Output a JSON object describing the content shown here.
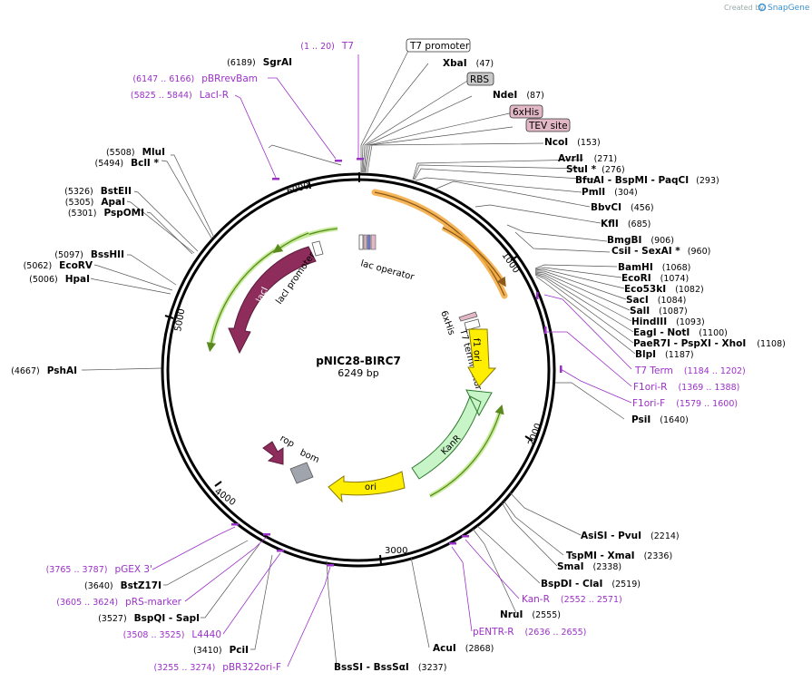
{
  "credit": {
    "prefix": "Created by",
    "brand": "SnapGene"
  },
  "plasmid": {
    "name": "pNIC28-BIRC7",
    "size": "6249 bp",
    "length_bp": 6249
  },
  "ticks": [
    "1000",
    "2000",
    "3000",
    "4000",
    "5000",
    "6000"
  ],
  "boxed_labels": [
    {
      "key": "t7prom",
      "text": "T7 promoter",
      "fill": "#ffffff"
    },
    {
      "key": "rbs",
      "text": "RBS",
      "fill": "#c8c8c8"
    },
    {
      "key": "his",
      "text": "6xHis",
      "fill": "#e3b8c6"
    },
    {
      "key": "tev",
      "text": "TEV site",
      "fill": "#e3b8c6"
    }
  ],
  "right_sites": [
    {
      "name": "XbaI",
      "pos": "(47)"
    },
    {
      "name": "NdeI",
      "pos": "(87)"
    },
    {
      "name": "NcoI",
      "pos": "(153)"
    },
    {
      "name": "AvrII",
      "pos": "(271)"
    },
    {
      "name": "StuI *",
      "pos": "(276)"
    },
    {
      "name": "BfuAI - BspMI - PaqCI",
      "pos": "(293)"
    },
    {
      "name": "PmlI",
      "pos": "(304)"
    },
    {
      "name": "BbvCI",
      "pos": "(456)"
    },
    {
      "name": "KflI",
      "pos": "(685)"
    },
    {
      "name": "BmgBI",
      "pos": "(906)"
    },
    {
      "name": "CsiI - SexAI *",
      "pos": "(960)"
    },
    {
      "name": "BamHI",
      "pos": "(1068)"
    },
    {
      "name": "EcoRI",
      "pos": "(1074)"
    },
    {
      "name": "Eco53kI",
      "pos": "(1082)"
    },
    {
      "name": "SacI",
      "pos": "(1084)"
    },
    {
      "name": "SalI",
      "pos": "(1087)"
    },
    {
      "name": "HindIII",
      "pos": "(1093)"
    },
    {
      "name": "EagI - NotI",
      "pos": "(1100)"
    },
    {
      "name": "PaeR7I - PspXI - XhoI",
      "pos": "(1108)"
    },
    {
      "name": "BlpI",
      "pos": "(1187)"
    },
    {
      "name": "PsiI",
      "pos": "(1640)"
    },
    {
      "name": "AsiSI - PvuI",
      "pos": "(2214)"
    },
    {
      "name": "TspMI - XmaI",
      "pos": "(2336)"
    },
    {
      "name": "SmaI",
      "pos": "(2338)"
    },
    {
      "name": "BspDI - ClaI",
      "pos": "(2519)"
    },
    {
      "name": "NruI",
      "pos": "(2555)"
    },
    {
      "name": "AcuI",
      "pos": "(2868)"
    },
    {
      "name": "BssSI - BssSαI",
      "pos": "(3237)"
    }
  ],
  "left_sites": [
    {
      "name": "SgrAI",
      "pos": "(6189)"
    },
    {
      "name": "MluI",
      "pos": "(5508)"
    },
    {
      "name": "BclI *",
      "pos": "(5494)"
    },
    {
      "name": "BstEII",
      "pos": "(5326)"
    },
    {
      "name": "ApaI",
      "pos": "(5305)"
    },
    {
      "name": "PspOMI",
      "pos": "(5301)"
    },
    {
      "name": "BssHII",
      "pos": "(5097)"
    },
    {
      "name": "EcoRV",
      "pos": "(5062)"
    },
    {
      "name": "HpaI",
      "pos": "(5006)"
    },
    {
      "name": "PshAI",
      "pos": "(4667)"
    },
    {
      "name": "BstZ17I",
      "pos": "(3640)"
    },
    {
      "name": "BspQI - SapI",
      "pos": "(3527)"
    },
    {
      "name": "PciI",
      "pos": "(3410)"
    }
  ],
  "primers": [
    {
      "name": "T7",
      "range": "(1 .. 20)"
    },
    {
      "name": "pBRrevBam",
      "range": "(6147 .. 6166)"
    },
    {
      "name": "LacI-R",
      "range": "(5825 .. 5844)"
    },
    {
      "name": "T7 Term",
      "range": "(1184 .. 1202)"
    },
    {
      "name": "F1ori-R",
      "range": "(1369 .. 1388)"
    },
    {
      "name": "F1ori-F",
      "range": "(1579 .. 1600)"
    },
    {
      "name": "Kan-R",
      "range": "(2552 .. 2571)"
    },
    {
      "name": "pENTR-R",
      "range": "(2636 .. 2655)"
    },
    {
      "name": "pGEX 3'",
      "range": "(3765 .. 3787)"
    },
    {
      "name": "pRS-marker",
      "range": "(3605 .. 3624)"
    },
    {
      "name": "L4440",
      "range": "(3508 .. 3525)"
    },
    {
      "name": "pBR322ori-F",
      "range": "(3255 .. 3274)"
    }
  ],
  "features": [
    {
      "key": "laci",
      "label": "lacI",
      "color": "#8e2c5c"
    },
    {
      "key": "laciprom",
      "label": "lacI promoter",
      "color": "#ffffff"
    },
    {
      "key": "lacop",
      "label": "lac operator",
      "color": "#ffffff"
    },
    {
      "key": "his6",
      "label": "6xHis",
      "color": "#e3b8c6"
    },
    {
      "key": "t7term",
      "label": "T7 terminator",
      "color": "#ffffff"
    },
    {
      "key": "f1ori",
      "label": "f1 ori",
      "color": "#ffee00"
    },
    {
      "key": "kanr",
      "label": "KanR",
      "color": "#c8f5c8"
    },
    {
      "key": "ori",
      "label": "ori",
      "color": "#ffee00"
    },
    {
      "key": "rop",
      "label": "rop",
      "color": "#8e2c5c"
    },
    {
      "key": "bom",
      "label": "bom",
      "color": "#a0a4ac"
    }
  ],
  "colors": {
    "accent_purple": "#9b30c8",
    "insert_orange": "#f3a73a",
    "orf_green": "#7cc043"
  }
}
